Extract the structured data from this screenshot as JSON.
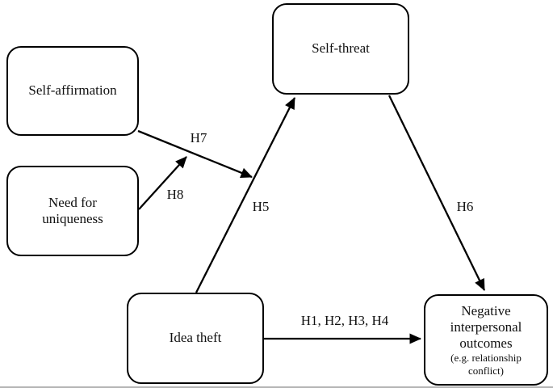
{
  "figure_type": "conceptual-model-path-diagram",
  "colors": {
    "background": "#ffffff",
    "line": "#000000",
    "text": "#111111",
    "bottom_rule": "#b4b4b4"
  },
  "nodes": {
    "self_affirmation": {
      "label": "Self-affirmation"
    },
    "need_for_uniqueness": {
      "line1": "Need for",
      "line2": "uniqueness"
    },
    "self_threat": {
      "label": "Self-threat"
    },
    "idea_theft": {
      "label": "Idea theft"
    },
    "negative_outcomes": {
      "line1": "Negative",
      "line2": "interpersonal",
      "line3": "outcomes",
      "sub_line1": "(e.g. relationship",
      "sub_line2": "conflict)"
    }
  },
  "edges": {
    "h5": {
      "label": "H5",
      "from": "idea_theft",
      "to": "self_threat"
    },
    "h6": {
      "label": "H6",
      "from": "self_threat",
      "to": "negative_outcomes"
    },
    "h7": {
      "label": "H7",
      "from": "self_affirmation",
      "to": "h5_path"
    },
    "h8": {
      "label": "H8",
      "from": "need_for_uniqueness",
      "to": "h7_path"
    },
    "h1_4": {
      "label": "H1, H2, H3, H4",
      "from": "idea_theft",
      "to": "negative_outcomes"
    }
  }
}
